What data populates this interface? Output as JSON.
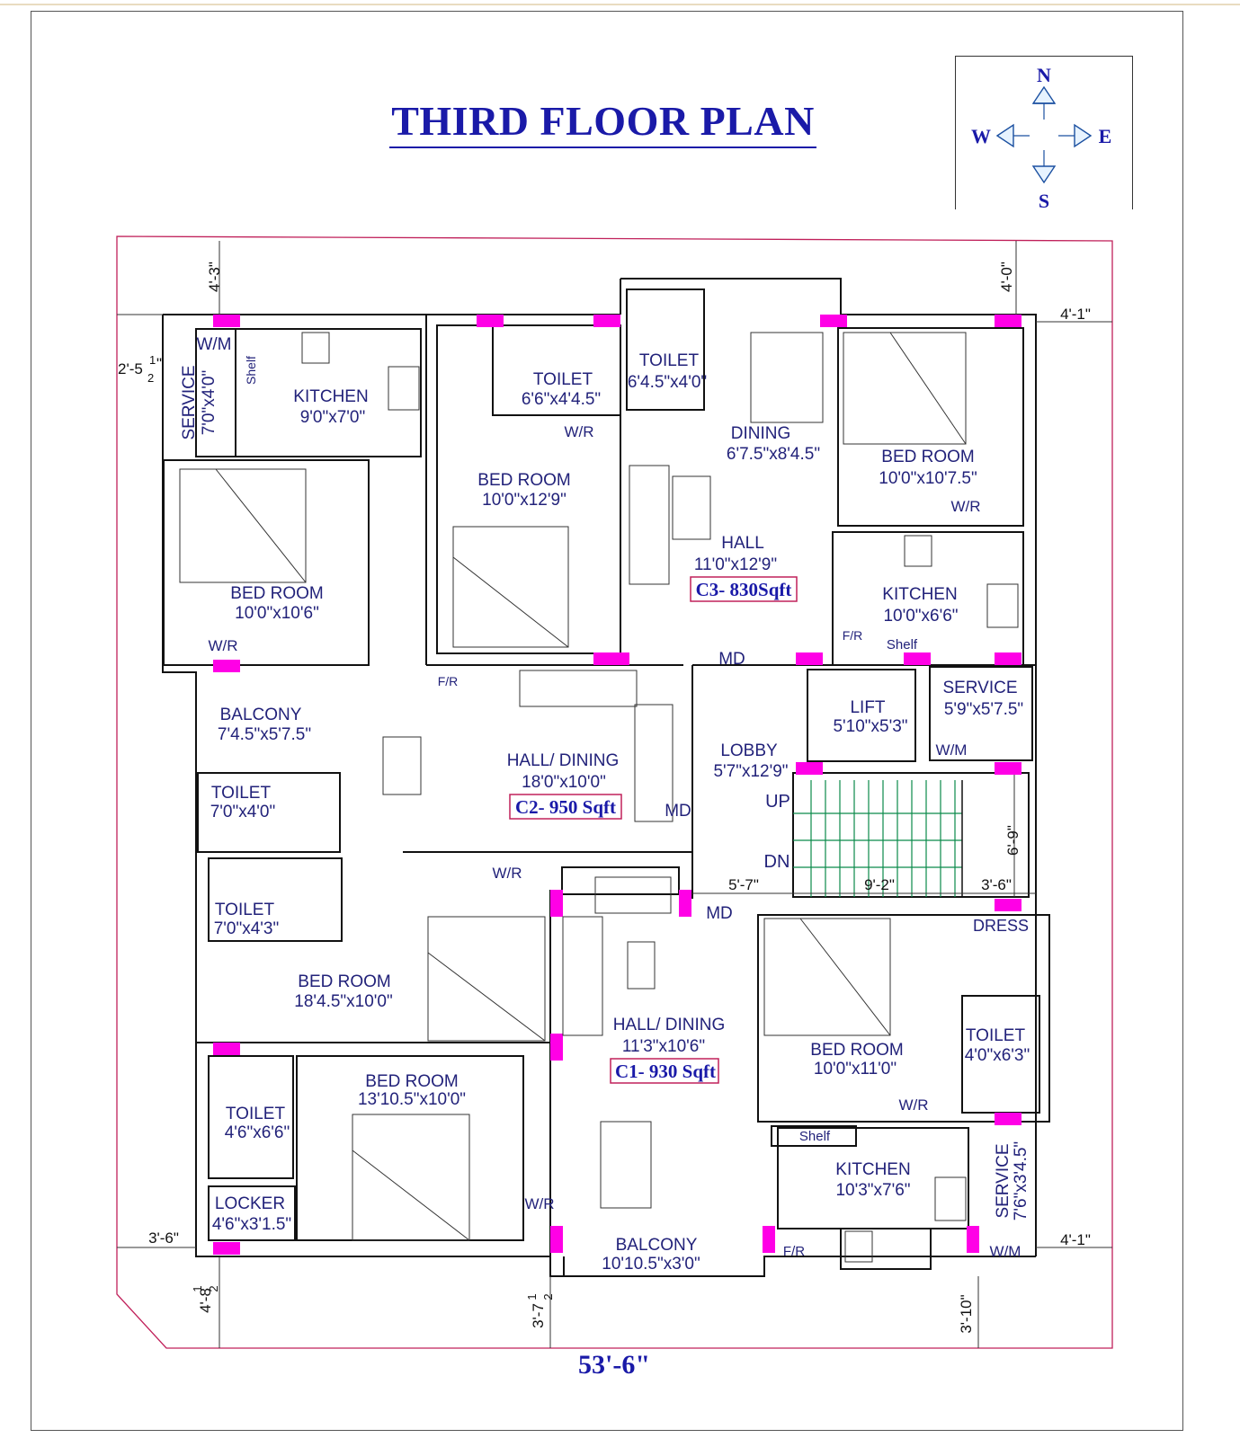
{
  "title": "THIRD FLOOR PLAN",
  "compass": {
    "n": "N",
    "s": "S",
    "e": "E",
    "w": "W"
  },
  "rooms": {
    "wm_nw": "W/M",
    "shelf_nw": "Shelf",
    "service_nw": {
      "name": "SERVICE",
      "size": "7'0\"x4'0\""
    },
    "kitchen_nw": {
      "name": "KITCHEN",
      "size": "9'0\"x7'0\""
    },
    "toilet_top1": {
      "name": "TOILET",
      "size": "6'6\"x4'4.5\""
    },
    "toilet_top2": {
      "name": "TOILET",
      "size": "6'4.5\"x4'0\""
    },
    "dining_c3": {
      "name": "DINING",
      "size": "6'7.5\"x8'4.5\""
    },
    "wr_top": "W/R",
    "bed_c2top": {
      "name": "BED ROOM",
      "size": "10'0\"x12'9\""
    },
    "bed_ne": {
      "name": "BED ROOM",
      "size": "10'0\"x10'7.5\""
    },
    "wr_ne": "W/R",
    "hall_c3": {
      "name": "HALL",
      "size": "11'0\"x12'9\""
    },
    "area_c3": "C3- 830Sqft",
    "bed_w": {
      "name": "BED ROOM",
      "size": "10'0\"x10'6\""
    },
    "wr_w": "W/R",
    "kitchen_e": {
      "name": "KITCHEN",
      "size": "10'0\"x6'6\""
    },
    "fr_e": "F/R",
    "shelf_e": "Shelf",
    "md_top": "MD",
    "fr_c2": "F/R",
    "balcony_w": {
      "name": "BALCONY",
      "size": "7'4.5\"x5'7.5\""
    },
    "hall_c2": {
      "name": "HALL/ DINING",
      "size": "18'0\"x10'0\""
    },
    "area_c2": "C2- 950 Sqft",
    "md_c2": "MD",
    "lift": {
      "name": "LIFT",
      "size": "5'10\"x5'3\""
    },
    "service_e": {
      "name": "SERVICE",
      "size": "5'9\"x5'7.5\""
    },
    "wm_e": "W/M",
    "lobby": {
      "name": "LOBBY",
      "size": "5'7\"x12'9\""
    },
    "up": "UP",
    "dn": "DN",
    "toilet_w1": {
      "name": "TOILET",
      "size": "7'0\"x4'0\""
    },
    "toilet_w2": {
      "name": "TOILET",
      "size": "7'0\"x4'3\""
    },
    "wr_mid": "W/R",
    "bed_mid": {
      "name": "BED ROOM",
      "size": "18'4.5\"x10'0\""
    },
    "md_c1": "MD",
    "dress": "DRESS",
    "hall_c1": {
      "name": "HALL/ DINING",
      "size": "11'3\"x10'6\""
    },
    "area_c1": "C1- 930 Sqft",
    "bed_se": {
      "name": "BED ROOM",
      "size": "10'0\"x11'0\""
    },
    "toilet_se": {
      "name": "TOILET",
      "size": "4'0\"x6'3\""
    },
    "wr_se": "W/R",
    "shelf_s": "Shelf",
    "toilet_sw": {
      "name": "TOILET",
      "size": "4'6\"x6'6\""
    },
    "bed_sw": {
      "name": "BED ROOM",
      "size": "13'10.5\"x10'0\""
    },
    "kitchen_se": {
      "name": "KITCHEN",
      "size": "10'3\"x7'6\""
    },
    "service_se": {
      "name": "SERVICE",
      "size": "7'6\"x3'4.5\""
    },
    "locker": {
      "name": "LOCKER",
      "size": "4'6\"x3'1.5\""
    },
    "wr_sw": "W/R",
    "balcony_s": {
      "name": "BALCONY",
      "size": "10'10.5\"x3'0\""
    },
    "fr_s": "F/R",
    "wm_s": "W/M"
  },
  "dims": {
    "top_left": "4'-3\"",
    "top_right": "4'-0\"",
    "left_side_a": "2'-5",
    "left_side_frac_n": "1",
    "left_side_frac_d": "2",
    "left_side_close": "\"",
    "right_top": "4'-1\"",
    "stair_h": "6'-9\"",
    "lobby_w": "5'-7\"",
    "stair_w": "9'-2\"",
    "stair_r": "3'-6\"",
    "left_bottom": "3'-6\"",
    "right_bottom": "4'-1\"",
    "bottom_left": "4'-8",
    "bottom_left_frac_n": "1",
    "bottom_left_frac_d": "2",
    "bottom_mid": "3'-7",
    "bottom_mid_frac_n": "1",
    "bottom_mid_frac_d": "2",
    "bottom_right": "3'-10\"",
    "overall": "53'-6\""
  }
}
